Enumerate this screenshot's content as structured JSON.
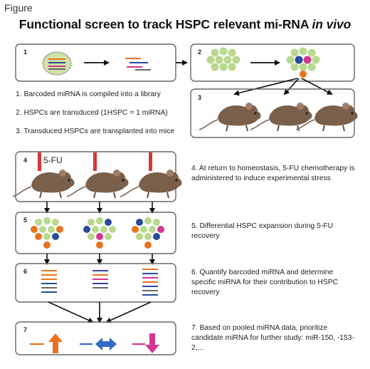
{
  "figure_label": "Figure",
  "title_main": "Functional screen to track HSPC relevant mi-RNA ",
  "title_italic": "in vivo",
  "steps": [
    {
      "num": "1",
      "text": "1. Barcoded miRNA is compiled into a library"
    },
    {
      "num": "2",
      "text": "2. HSPCs are transduced (1HSPC = 1 miRNA)"
    },
    {
      "num": "3",
      "text": "3. Transduced HSPCs are transplanted into mice"
    },
    {
      "num": "4",
      "text": "4. At return to homeostasis, 5-FU chemotherapy is administered to induce experimental stress"
    },
    {
      "num": "5",
      "text": "5. Differential HSPC expansion during 5-FU recovery"
    },
    {
      "num": "6",
      "text": "6. Quantify barcoded miRNA and determine specific miRNA for their contribution to HSPC recovery"
    },
    {
      "num": "7",
      "text": "7. Based on pooled miRNA data, prioritize candidate miRNA for further study: miR-150, -153-2,..."
    }
  ],
  "fu_label": "5-FU",
  "colors": {
    "cell_green": "#b9d98e",
    "cell_blue": "#2a4a9a",
    "cell_orange": "#e8731e",
    "cell_pink": "#d4358e",
    "bar_red": "#d23a3a",
    "arrow_blue": "#3569c4",
    "box_stroke": "#666666"
  }
}
